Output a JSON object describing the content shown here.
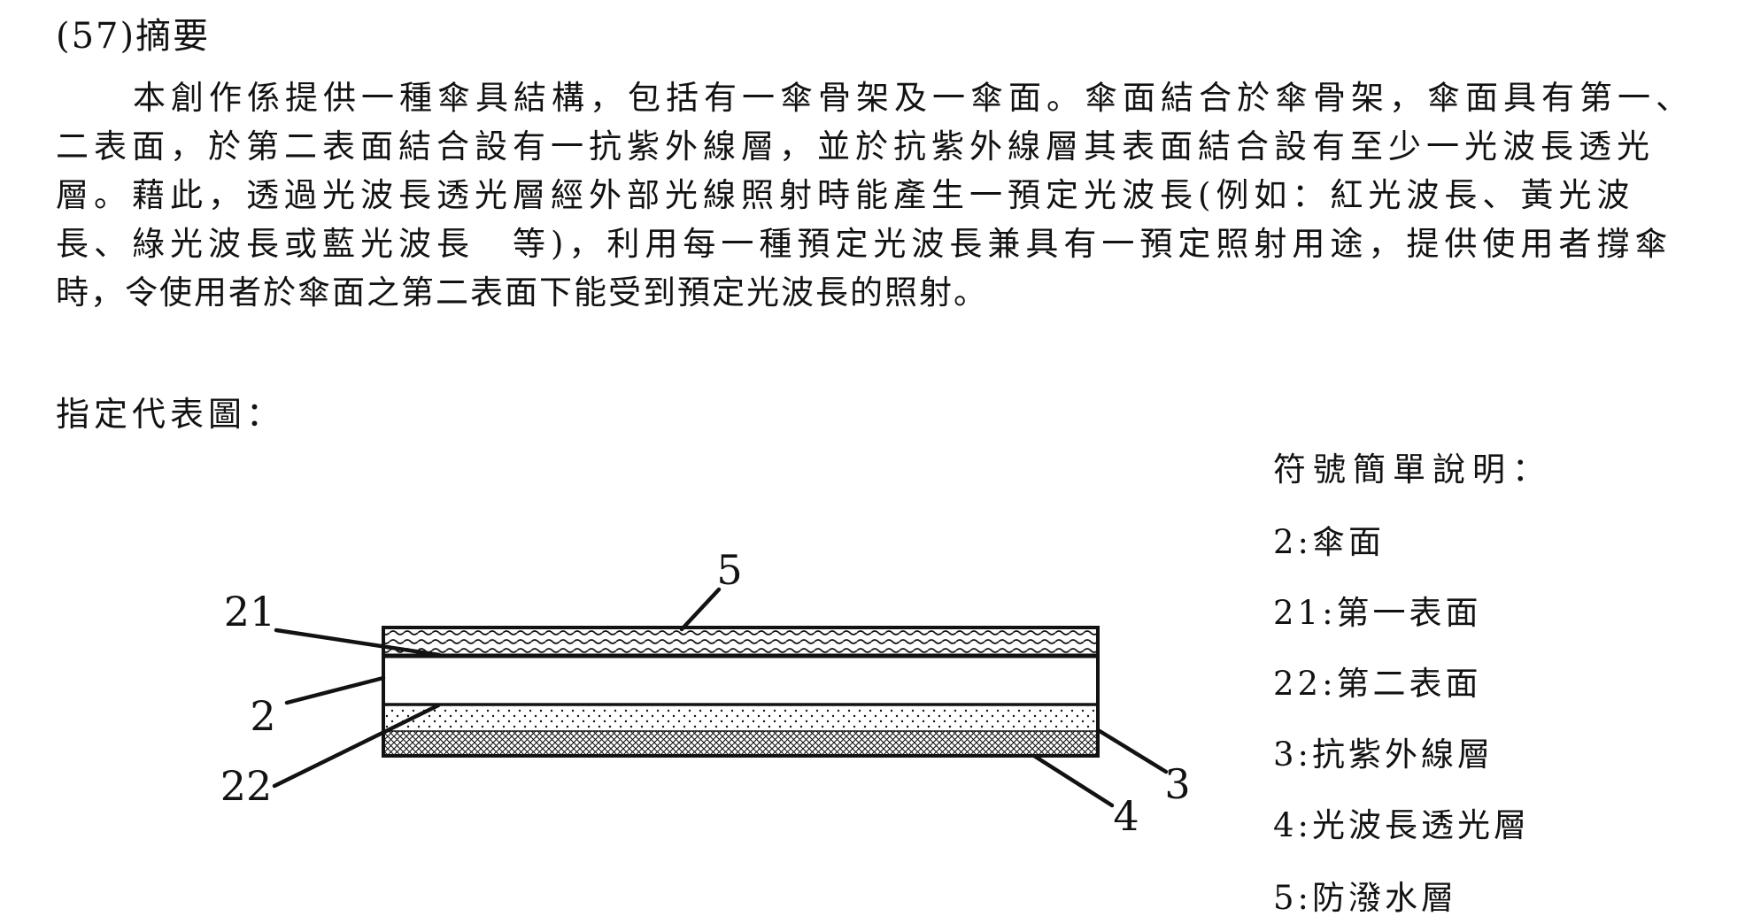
{
  "colors": {
    "ink": "#121212",
    "paper": "#ffffff"
  },
  "header": {
    "section_label": "(57)摘要"
  },
  "abstract": {
    "lines": [
      "本創作係提供一種傘具結構，包括有一傘骨架及一傘面。傘面結合於傘骨架，傘面具有第一、",
      "二表面，於第二表面結合設有一抗紫外線層，並於抗紫外線層其表面結合設有至少一光波長透光",
      "層。藉此，透過光波長透光層經外部光線照射時能產生一預定光波長(例如：紅光波長、黃光波",
      "長、綠光波長或藍光波長　等)，利用每一種預定光波長兼具有一預定照射用途，提供使用者撐傘",
      "時，令使用者於傘面之第二表面下能受到預定光波長的照射。"
    ]
  },
  "figure": {
    "caption": "指定代表圖：",
    "labels": [
      {
        "text": "5"
      },
      {
        "text": "21"
      },
      {
        "text": "2"
      },
      {
        "text": "22"
      },
      {
        "text": "3"
      },
      {
        "text": "4"
      }
    ]
  },
  "legend": {
    "title": "符號簡單說明：",
    "items": [
      {
        "text": "2:傘面"
      },
      {
        "text": "21:第一表面"
      },
      {
        "text": "22:第二表面"
      },
      {
        "text": "3:抗紫外線層"
      },
      {
        "text": "4:光波長透光層"
      },
      {
        "text": "5:防潑水層"
      }
    ]
  }
}
